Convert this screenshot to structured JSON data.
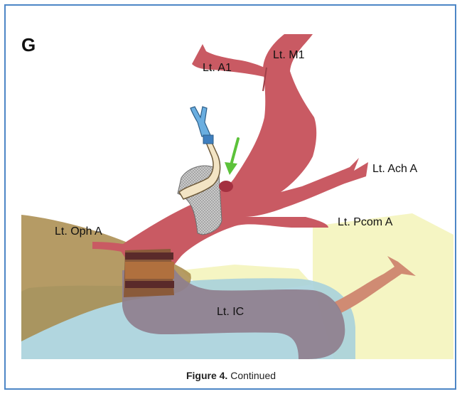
{
  "panel_label": "G",
  "labels": {
    "a1": "Lt. A1",
    "m1": "Lt. M1",
    "ach": "Lt. Ach A",
    "pcom": "Lt. Pcom A",
    "oph": "Lt. Oph A",
    "ic": "Lt. IC"
  },
  "caption": {
    "figure_label": "Figure 4.",
    "text": "Continued"
  },
  "colors": {
    "frame": "#4d86c6",
    "artery": "#c95a63",
    "bone": "#b08a4a",
    "sinus": "#9ccbd8",
    "yellow_region": "#f3f3b8",
    "arrow": "#5cc23a",
    "clip_blade": "#6aaee0"
  }
}
